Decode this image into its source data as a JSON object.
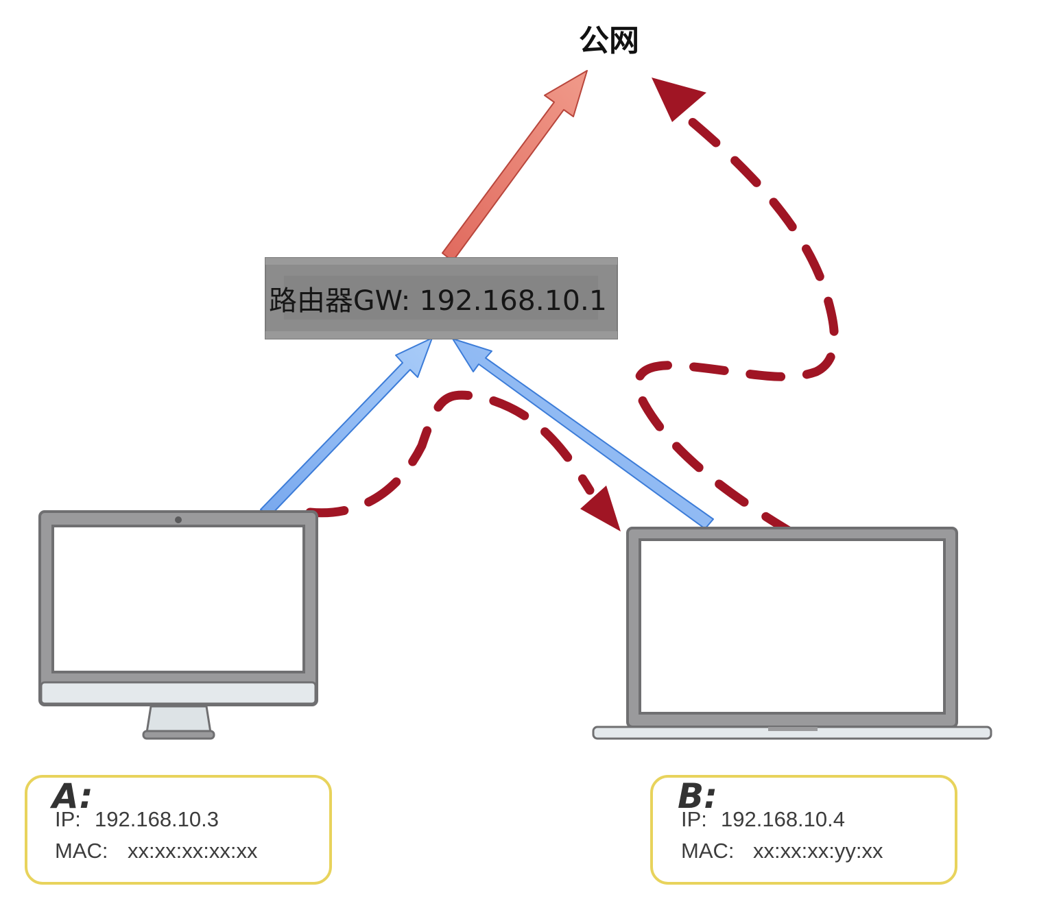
{
  "internet": {
    "label": "公网"
  },
  "router": {
    "label": "路由器GW: 192.168.10.1"
  },
  "device_a": {
    "letter": "A:",
    "ip_label": "IP:",
    "ip": "192.168.10.3",
    "mac_label": "MAC:",
    "mac": "xx:xx:xx:xx:xx"
  },
  "device_b": {
    "letter": "B:",
    "ip_label": "IP:",
    "ip": "192.168.10.4",
    "mac_label": "MAC:",
    "mac": "xx:xx:xx:yy:xx"
  },
  "colors": {
    "router_box": "#8c8c8c",
    "uplink_arrow": "#e8776a",
    "lan_arrow": "#8db7f2",
    "attack_path": "#a01524",
    "info_box_border": "#e8d35c",
    "device_frame": "#7a7a7c"
  },
  "icons": {
    "desktop": "desktop-monitor-icon",
    "laptop": "laptop-icon"
  }
}
